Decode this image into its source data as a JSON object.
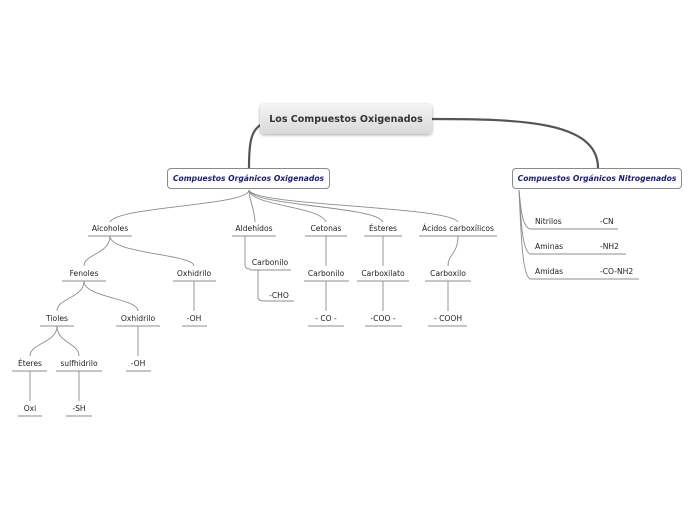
{
  "root": {
    "label": "Los Compuestos Oxigenados"
  },
  "oxigenados": {
    "title": "Compuestos Orgánicos Oxigenados",
    "alcoholes": "Alcoholes",
    "fenoles": "Fenoles",
    "oxhidrilo_alcohol": "Oxhidrilo",
    "oh_alcohol": "-OH",
    "tioles": "Tioles",
    "oxhidrilo_fenol": "Oxhidrilo",
    "oh_fenol": "-OH",
    "eteres": "Éteres",
    "sulfhidrilo": "sulfhidrilo",
    "oxi": "Oxi",
    "sh": "-SH",
    "aldehidos": "Aldehídos",
    "carbonilo_aldehido": "Carbonilo",
    "cho": "-CHO",
    "cetonas": "Cetonas",
    "carbonilo_cetona": "Carbonilo",
    "co": "- CO -",
    "esteres": "Ésteres",
    "carboxilato": "Carboxilato",
    "coo": "-COO -",
    "acidos": "Ácidos carboxílicos",
    "carboxilo": "Carboxilo",
    "cooh": "- COOH"
  },
  "nitrogenados": {
    "title": "Compuestos Orgánicos Nitrogenados",
    "nitrilos": "Nitrilos",
    "cn": "-CN",
    "aminas": "Aminas",
    "nh2": "-NH2",
    "amidas": "Amidas",
    "conh2": "-CO-NH2"
  }
}
